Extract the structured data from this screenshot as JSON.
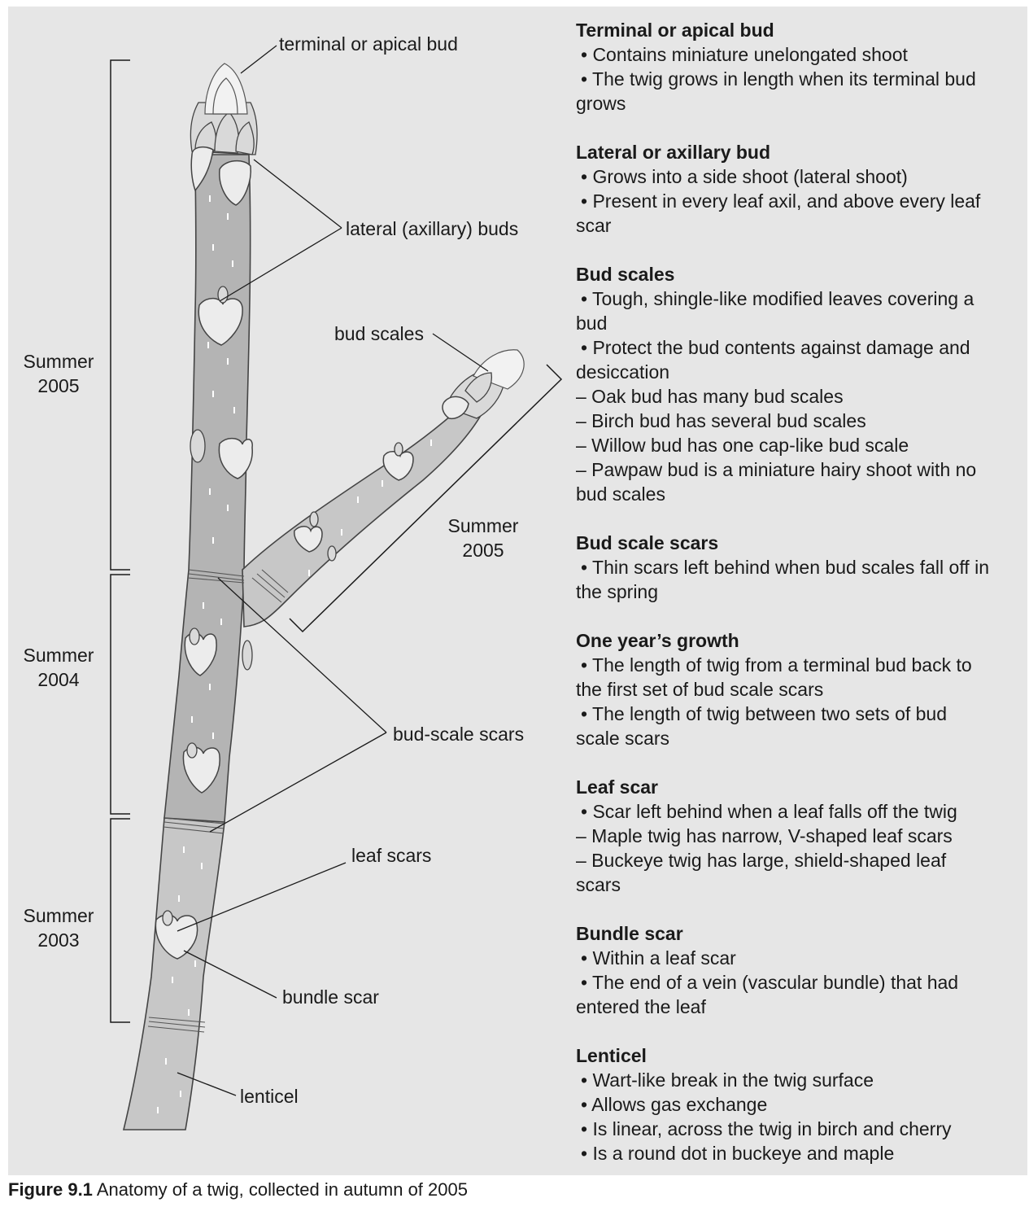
{
  "diagram": {
    "labels": {
      "terminal_bud": "terminal or apical bud",
      "lateral_buds": "lateral (axillary) buds",
      "bud_scales": "bud scales",
      "bud_scale_scars": "bud-scale scars",
      "leaf_scars": "leaf scars",
      "bundle_scar": "bundle scar",
      "lenticel": "lenticel"
    },
    "growth_periods": [
      {
        "line1": "Summer",
        "line2": "2005"
      },
      {
        "line1": "Summer",
        "line2": "2004"
      },
      {
        "line1": "Summer",
        "line2": "2003"
      },
      {
        "line1": "Summer",
        "line2": "2005"
      }
    ]
  },
  "notes": [
    {
      "heading": "Terminal or apical bud",
      "lines": [
        "• Contains miniature unelongated shoot",
        "• The twig grows in length when its terminal bud",
        "grows"
      ]
    },
    {
      "heading": "Lateral or axillary bud",
      "lines": [
        "• Grows into a side shoot (lateral shoot)",
        "• Present in every leaf axil, and above every leaf",
        "scar"
      ]
    },
    {
      "heading": "Bud scales",
      "lines": [
        "• Tough, shingle-like modified leaves covering a",
        "bud",
        "• Protect the bud contents against damage and",
        "desiccation",
        "– Oak bud has many bud scales",
        "– Birch bud has several bud scales",
        "– Willow bud has one cap-like bud scale",
        "– Pawpaw bud is a miniature hairy shoot with no",
        "bud scales"
      ]
    },
    {
      "heading": "Bud scale scars",
      "lines": [
        "• Thin scars left behind when bud scales fall off in",
        "the spring"
      ]
    },
    {
      "heading": "One year’s growth",
      "lines": [
        "• The length of twig from a terminal bud back to",
        "the first set of bud scale scars",
        "• The length of twig between two sets of bud",
        "scale scars"
      ]
    },
    {
      "heading": "Leaf scar",
      "lines": [
        "• Scar left behind when a leaf falls off the twig",
        "– Maple twig has narrow, V-shaped leaf scars",
        "– Buckeye twig has large, shield-shaped leaf",
        "scars"
      ]
    },
    {
      "heading": "Bundle scar",
      "lines": [
        "• Within a leaf scar",
        "• The end of a vein (vascular bundle) that had",
        "entered the leaf"
      ]
    },
    {
      "heading": "Lenticel",
      "lines": [
        "• Wart-like break in the twig surface",
        "• Allows gas exchange",
        "• Is linear, across the twig in birch and cherry",
        "• Is a round dot in buckeye and maple"
      ]
    }
  ],
  "caption": {
    "label": "Figure 9.1",
    "text": " Anatomy of a twig, collected in autumn of 2005"
  }
}
